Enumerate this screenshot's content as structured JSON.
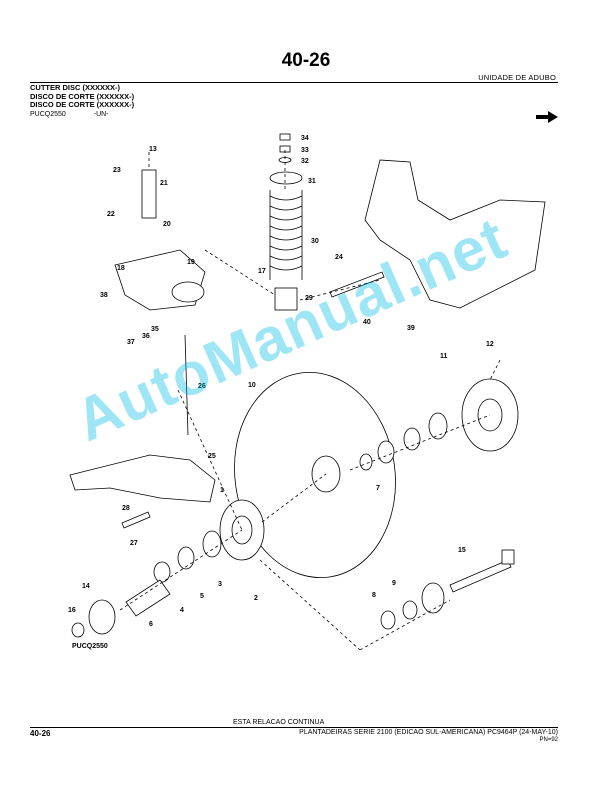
{
  "header": {
    "page_number": "40-26",
    "section_title": "UNIDADE DE ADUBO",
    "titles": [
      "CUTTER DISC (XXXXXX-)",
      "DISCO DE CORTE (XXXXXX-)",
      "DISCO DE CORTE (XXXXXX-)"
    ],
    "figure_code": "PUCQ2550",
    "unit_code": "-UN-",
    "arrow_icon": "right-arrow-icon"
  },
  "diagram": {
    "figure_label": "PUCQ2550",
    "callouts": [
      "1",
      "2",
      "3",
      "4",
      "5",
      "6",
      "7",
      "8",
      "9",
      "10",
      "11",
      "12",
      "13",
      "14",
      "15",
      "16",
      "17",
      "18",
      "19",
      "20",
      "21",
      "22",
      "23",
      "24",
      "25",
      "26",
      "27",
      "28",
      "29",
      "30",
      "31",
      "32",
      "33",
      "34",
      "35",
      "36",
      "37",
      "38",
      "39",
      "40"
    ]
  },
  "watermark": "AutoManual.net",
  "footer": {
    "continues": "ESTA RELACAO CONTINUA",
    "page_number": "40-26",
    "publication": "PLANTADEIRAS SERIE 2100 (EDICAO SUL-AMERICANA)   PC9464P   (24-MAY-10)",
    "pn": "PN=92"
  }
}
